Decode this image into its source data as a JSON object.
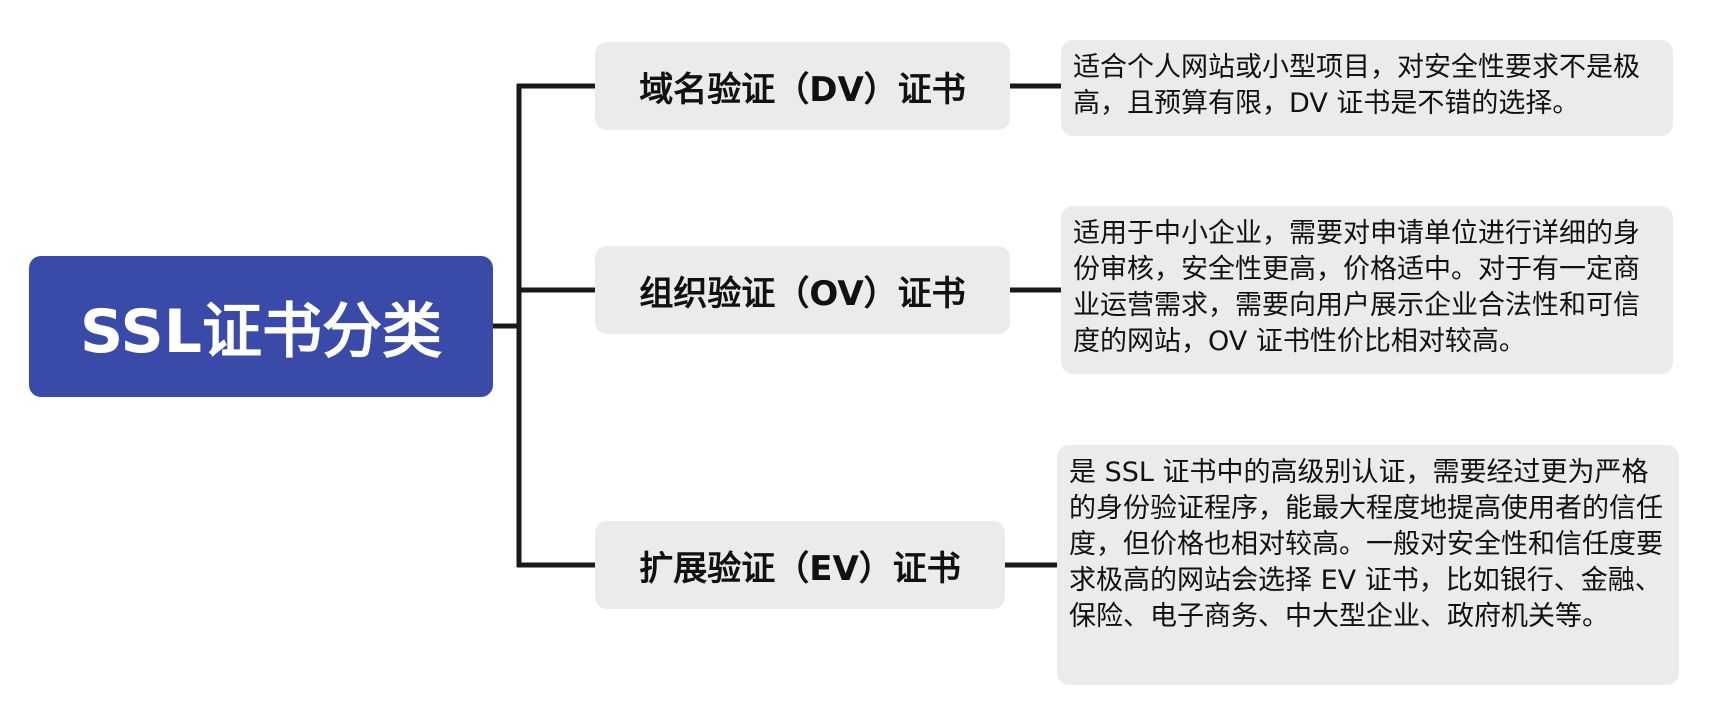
{
  "colors": {
    "root_fill": "#3a4aa9",
    "node_fill": "#ebebeb",
    "connector": "#1a1a1a",
    "root_text": "#ffffff",
    "node_text": "#111111"
  },
  "root": {
    "label": "SSL证书分类"
  },
  "branches": [
    {
      "label": "域名验证（DV）证书",
      "description": "适合个人网站或小型项目，对安全性要求不是极高，且预算有限，DV 证书是不错的选择。"
    },
    {
      "label": "组织验证（OV）证书",
      "description": "适用于中小企业，需要对申请单位进行详细的身份审核，安全性更高，价格适中。对于有一定商业运营需求，需要向用户展示企业合法性和可信度的网站，OV 证书性价比相对较高。"
    },
    {
      "label": "扩展验证（EV）证书",
      "description": "是 SSL 证书中的高级别认证，需要经过更为严格的身份验证程序，能最大程度地提高使用者的信任度，但价格也相对较高。一般对安全性和信任度要求极高的网站会选择 EV 证书，比如银行、金融、保险、电子商务、中大型企业、政府机关等。"
    }
  ]
}
